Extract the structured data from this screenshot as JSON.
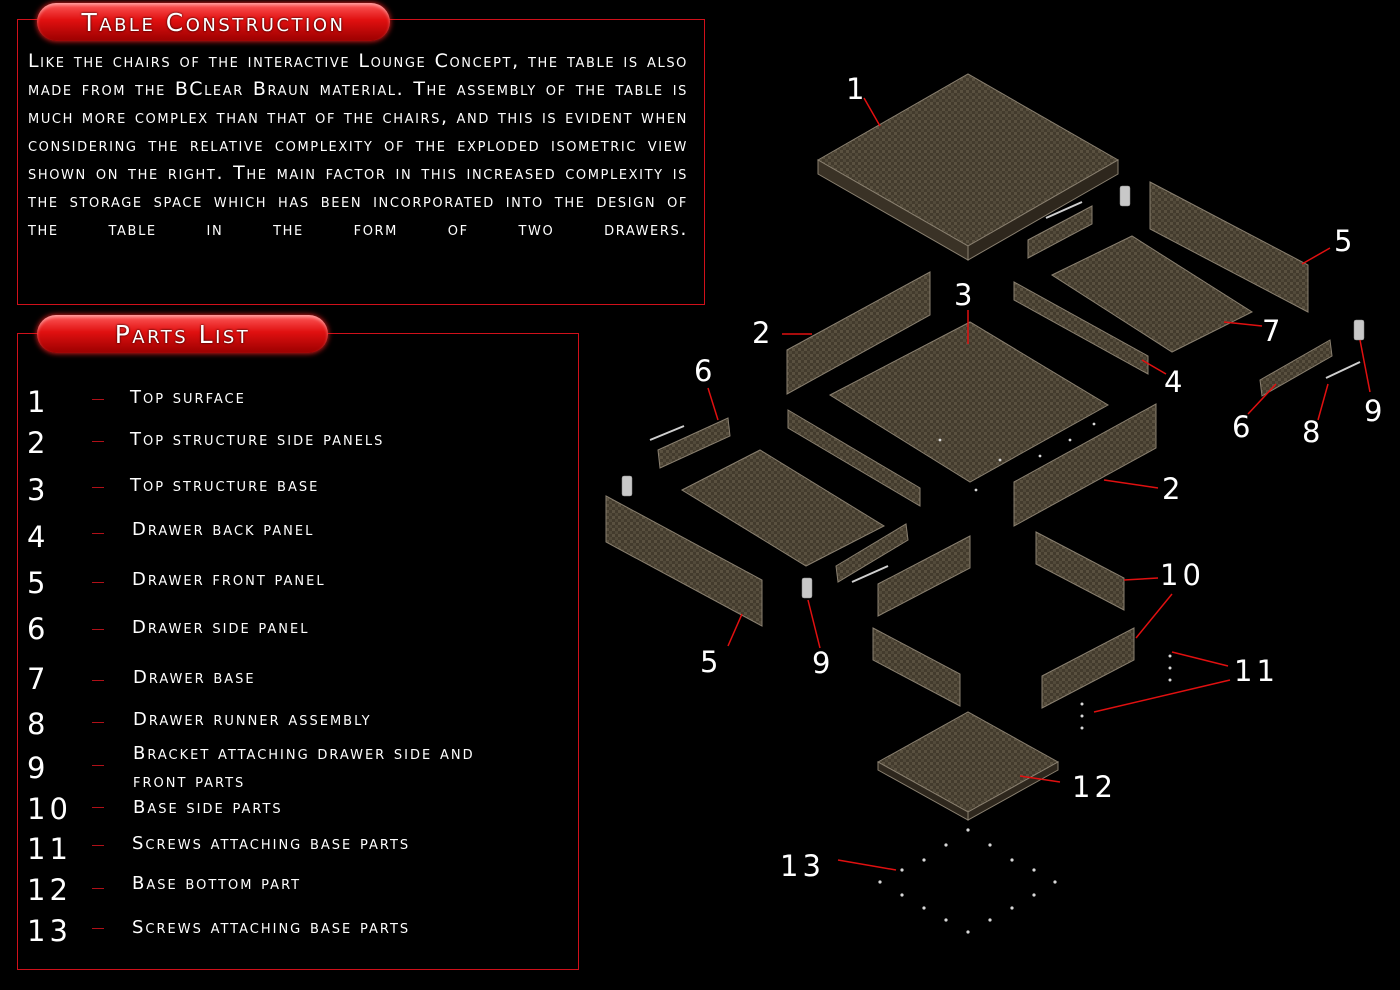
{
  "construction": {
    "heading": "Table Construction",
    "text": "Like the chairs of the interactive Lounge Concept, the table is also made from the BClear Braun material. The assembly of the table is much more complex than that of the chairs, and this is evident when considering the relative complexity of the exploded isometric view shown on the right. The main factor in this increased complexity is the storage space which has been incorporated into the design of the table in the form of two drawers."
  },
  "parts_list": {
    "heading": "Parts List",
    "items": [
      {
        "num": "1",
        "name": "Top surface"
      },
      {
        "num": "2",
        "name": "Top structure side panels"
      },
      {
        "num": "3",
        "name": "Top structure base"
      },
      {
        "num": "4",
        "name": "Drawer back panel"
      },
      {
        "num": "5",
        "name": "Drawer front panel"
      },
      {
        "num": "6",
        "name": "Drawer side panel"
      },
      {
        "num": "7",
        "name": "Drawer base"
      },
      {
        "num": "8",
        "name": "Drawer runner assembly"
      },
      {
        "num": "9",
        "name": "Bracket attaching drawer side and front parts"
      },
      {
        "num": "10",
        "name": "Base side parts"
      },
      {
        "num": "11",
        "name": "Screws attaching base parts"
      },
      {
        "num": "12",
        "name": "Base bottom part"
      },
      {
        "num": "13",
        "name": "Screws attaching base parts"
      }
    ]
  },
  "callouts": [
    "1",
    "2",
    "3",
    "4",
    "5",
    "6",
    "7",
    "8",
    "9",
    "10",
    "11",
    "12",
    "13"
  ],
  "colors": {
    "accent": "#d0101a",
    "panel": "#4a4233",
    "panel_edge": "#8a8070",
    "background": "#000000"
  }
}
